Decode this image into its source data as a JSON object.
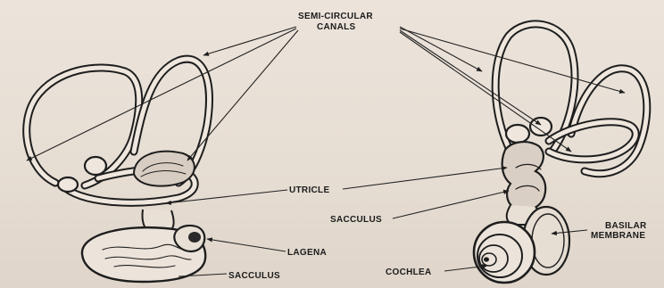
{
  "labels": {
    "semicircular_line1": "SEMI-CIRCULAR",
    "semicircular_line2": "CANALS",
    "utricle": "UTRICLE",
    "lagena": "LAGENA",
    "sacculus_left": "SACCULUS",
    "sacculus_right": "SACCULUS",
    "basilar_line1": "BASILAR",
    "basilar_line2": "MEMBRANE",
    "cochlea": "COCHLEA"
  }
}
